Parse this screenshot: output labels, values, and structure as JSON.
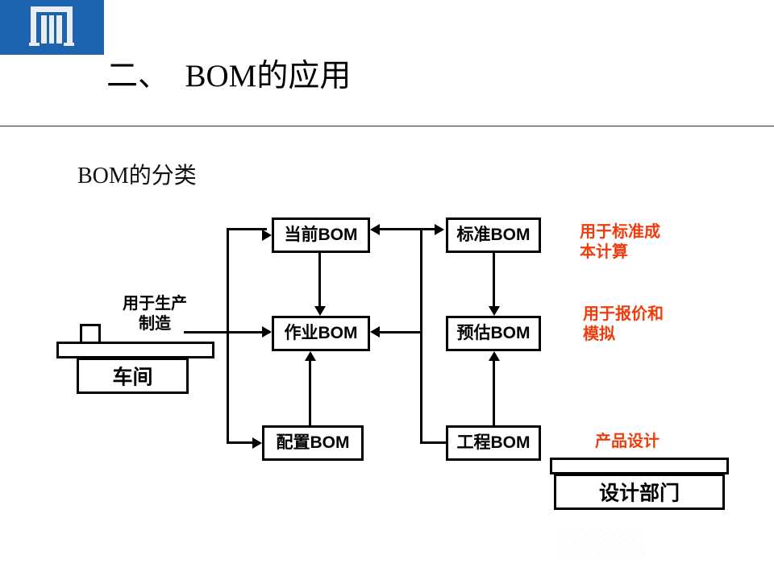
{
  "slide": {
    "title": "二、  BOM的应用",
    "subtitle": "BOM的分类",
    "brand_color": "#1d63ae",
    "accent_color": "#f03c0c",
    "logo_icon": "gate-logo-icon"
  },
  "diagram": {
    "source": {
      "caption": "用于生产\n制造",
      "label": "车间"
    },
    "left_column": [
      {
        "id": "current-bom",
        "label": "当前BOM"
      },
      {
        "id": "operation-bom",
        "label": "作业BOM"
      },
      {
        "id": "config-bom",
        "label": "配置BOM"
      }
    ],
    "right_column": [
      {
        "id": "standard-bom",
        "label": "标准BOM"
      },
      {
        "id": "estimate-bom",
        "label": "预估BOM"
      },
      {
        "id": "engineering-bom",
        "label": "工程BOM"
      }
    ],
    "notes": [
      {
        "id": "standard-cost",
        "text": "用于标准成\n本计算"
      },
      {
        "id": "quotation",
        "text": "用于报价和\n模拟"
      },
      {
        "id": "product-design",
        "text": "产品设计"
      }
    ],
    "department": {
      "label": "设计部门"
    }
  }
}
